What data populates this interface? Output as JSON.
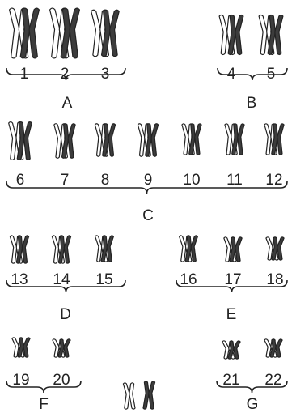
{
  "colors": {
    "ink": "#222222",
    "dark_chromatid": "#3c3c3c",
    "light_chromatid": "#ffffff"
  },
  "pairs": [
    {
      "number": "1",
      "group": "A",
      "shape": "metacentric-long"
    },
    {
      "number": "2",
      "group": "A",
      "shape": "submetacentric-long"
    },
    {
      "number": "3",
      "group": "A",
      "shape": "metacentric"
    },
    {
      "number": "4",
      "group": "B",
      "shape": "submetacentric"
    },
    {
      "number": "5",
      "group": "B",
      "shape": "submetacentric"
    },
    {
      "number": "6",
      "group": "C",
      "shape": "submetacentric"
    },
    {
      "number": "7",
      "group": "C",
      "shape": "submetacentric"
    },
    {
      "number": "8",
      "group": "C",
      "shape": "submetacentric"
    },
    {
      "number": "9",
      "group": "C",
      "shape": "submetacentric"
    },
    {
      "number": "10",
      "group": "C",
      "shape": "submetacentric"
    },
    {
      "number": "11",
      "group": "C",
      "shape": "submetacentric"
    },
    {
      "number": "12",
      "group": "C",
      "shape": "submetacentric"
    },
    {
      "number": "13",
      "group": "D",
      "shape": "acrocentric"
    },
    {
      "number": "14",
      "group": "D",
      "shape": "acrocentric"
    },
    {
      "number": "15",
      "group": "D",
      "shape": "acrocentric"
    },
    {
      "number": "16",
      "group": "E",
      "shape": "metacentric-short"
    },
    {
      "number": "17",
      "group": "E",
      "shape": "submetacentric-short"
    },
    {
      "number": "18",
      "group": "E",
      "shape": "submetacentric-short"
    },
    {
      "number": "19",
      "group": "F",
      "shape": "metacentric-small"
    },
    {
      "number": "20",
      "group": "F",
      "shape": "metacentric-small"
    },
    {
      "number": "21",
      "group": "G",
      "shape": "acrocentric-small"
    },
    {
      "number": "22",
      "group": "G",
      "shape": "acrocentric-small"
    }
  ],
  "groups": [
    {
      "label": "A"
    },
    {
      "label": "B"
    },
    {
      "label": "C"
    },
    {
      "label": "D"
    },
    {
      "label": "E"
    },
    {
      "label": "F"
    },
    {
      "label": "G"
    }
  ],
  "sex_pair": {
    "shape": "sex-chromosomes"
  }
}
